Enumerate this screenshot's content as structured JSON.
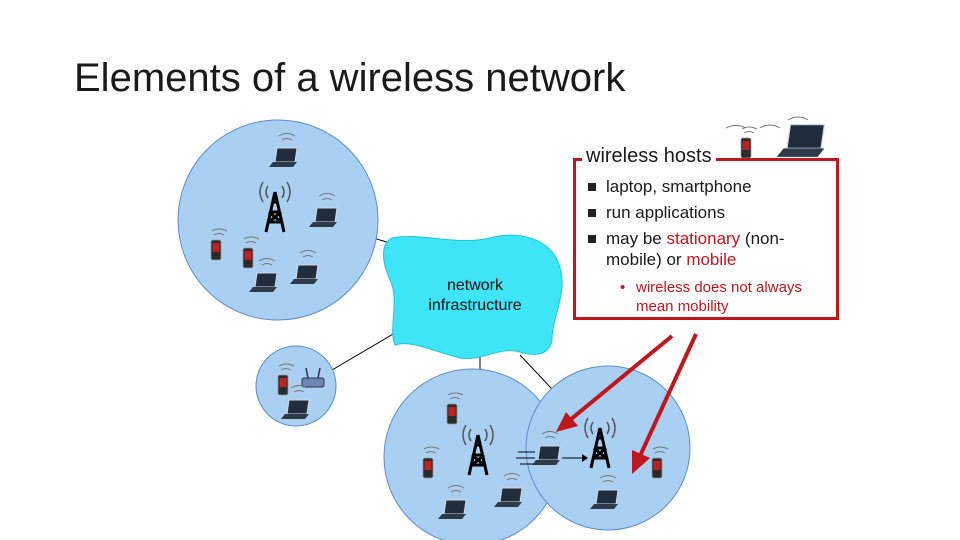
{
  "slide": {
    "title": "Elements of a wireless network"
  },
  "diagram": {
    "infrastructure_label_line1": "network",
    "infrastructure_label_line2": "infrastructure"
  },
  "callout": {
    "title": "wireless hosts",
    "bullets": {
      "b1": "laptop, smartphone",
      "b2": "run applications",
      "b3_pre": "may be ",
      "b3_stationary": "stationary",
      "b3_mid": " (non-mobile) or ",
      "b3_mobile": "mobile"
    },
    "sub_bullet": "wireless does not always mean mobility"
  },
  "colors": {
    "accent_red": "#c0161c",
    "cell_blue": "#a9cff2",
    "cloud_cyan": "#3ee5f7"
  }
}
